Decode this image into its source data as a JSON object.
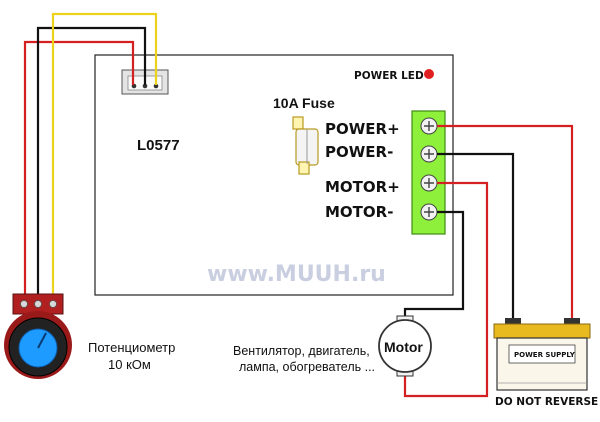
{
  "board": {
    "model": "L0577",
    "fuse_label": "10A Fuse",
    "power_led_label": "POWER LED",
    "led_color": "#e02020",
    "terminals": [
      "POWER+",
      "POWER-",
      "MOTOR+",
      "MOTOR-"
    ],
    "terminal_color": "#8ef03a"
  },
  "watermark": "www.MUUH.ru",
  "potentiometer": {
    "label_line1": "Потенциометр",
    "label_line2": "10 кОм",
    "knob_color": "#1e9bff"
  },
  "motor": {
    "label": "Motor",
    "caption_line1": "Вентилятор, двигатель,",
    "caption_line2": "лампа, обогреватель ..."
  },
  "power_supply": {
    "label": "POWER SUPPLY",
    "warning": "DO NOT REVERSE"
  },
  "wire_colors": {
    "red": "#d42020",
    "black": "#111111",
    "yellow": "#ecd21a"
  }
}
